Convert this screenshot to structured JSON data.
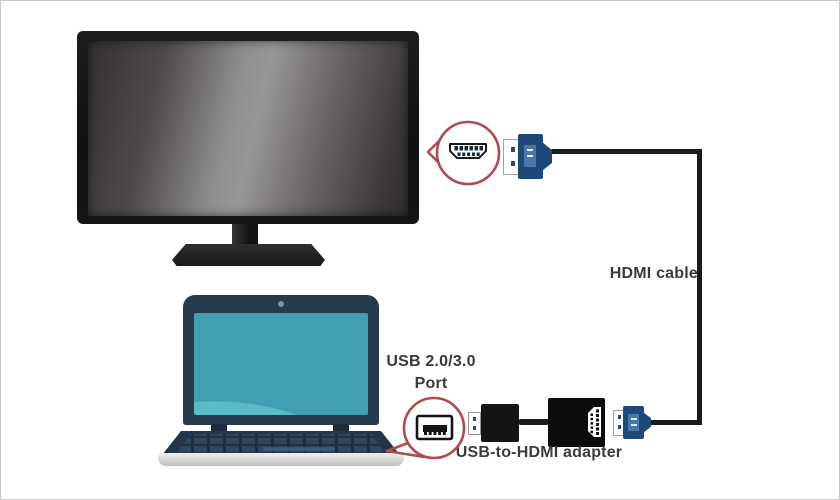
{
  "labels": {
    "hdmi_cable": "HDMI cable",
    "usb_port_line1": "USB 2.0/3.0",
    "usb_port_line2": "Port",
    "adapter": "USB-to-HDMI adapter"
  },
  "colors": {
    "background": "#ffffff",
    "callout_red": "#b04a50",
    "cable_black": "#1a1a1a",
    "connector_navy": "#1e4878",
    "connector_patch": "#4678ad",
    "laptop_body": "#273a4b",
    "laptop_screen_teal": "#419fb1",
    "laptop_screen_teal_light": "#5abac5",
    "label_text": "#3a3a3a"
  },
  "icons": {
    "monitor": "monitor-illustration",
    "laptop": "laptop-illustration",
    "hdmi_port": "hdmi-port-icon",
    "hdmi_plug": "hdmi-plug-icon",
    "usb_port": "usb-port-icon",
    "usb_plug": "usb-plug-icon",
    "adapter_hdmi_port": "adapter-hdmi-port-icon",
    "webcam": "webcam-icon"
  }
}
